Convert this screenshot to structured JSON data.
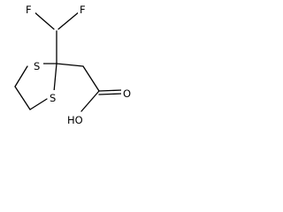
{
  "molecule": {
    "atoms": {
      "f_left": "F",
      "f_right": "F",
      "s_top": "S",
      "s_bottom": "S",
      "oh": "HO",
      "o_carbonyl": "O"
    },
    "colors": {
      "bond": "#000000",
      "label": "#000000",
      "background": "#ffffff"
    }
  }
}
